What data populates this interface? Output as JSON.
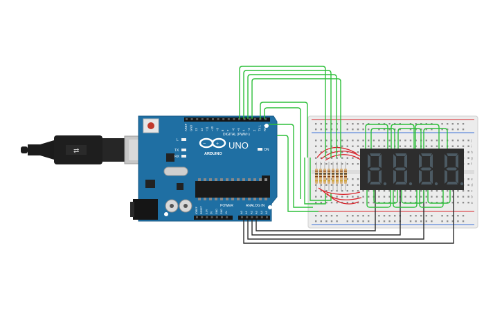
{
  "board": {
    "brand": "ARDUINO",
    "model": "UNO",
    "on_label": "ON",
    "l_label": "L",
    "tx_label": "TX",
    "rx_label": "RX",
    "digital_label": "DIGITAL (PWM~)",
    "power_label": "POWER",
    "analog_label": "ANALOG IN",
    "digital_pins": [
      "AREF",
      "GND",
      "13",
      "12",
      "~11",
      "~10",
      "~9",
      "8",
      "7",
      "~6",
      "~5",
      "4",
      "~3",
      "2",
      "TX 1",
      "RX 0"
    ],
    "power_pins": [
      "IOREF",
      "RESET",
      "3.3V",
      "5V",
      "GND",
      "GND",
      "Vin"
    ],
    "analog_pins": [
      "A0",
      "A1",
      "A2",
      "A3",
      "A4",
      "A5"
    ]
  },
  "breadboard": {
    "row_letters_top": [
      "j",
      "i",
      "h",
      "g",
      "f"
    ],
    "row_letters_bottom": [
      "e",
      "d",
      "c",
      "b",
      "a"
    ]
  },
  "display": {
    "digits": [
      "8.",
      "8.",
      "8.",
      "8."
    ]
  },
  "colors": {
    "board": "#1f6fa3",
    "wire_green": "#2dbf3a",
    "wire_black": "#2b2b2b",
    "wire_red": "#d8232a",
    "rail_red": "#d8232a",
    "rail_blue": "#3a6fd8",
    "display_body": "#2d2d2d",
    "segment": "#4c5a63",
    "resistor": "#d9b27c"
  }
}
